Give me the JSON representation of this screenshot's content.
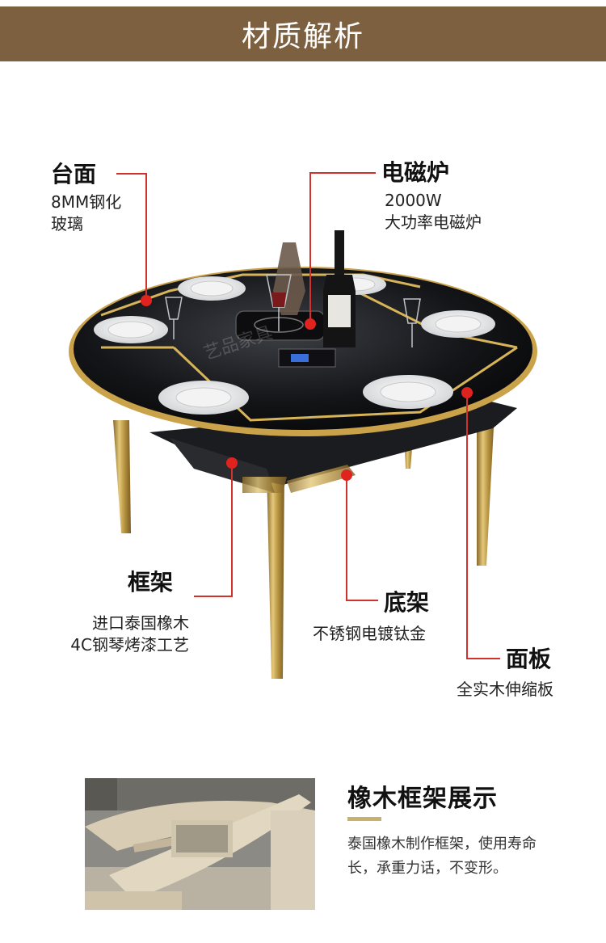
{
  "header": {
    "title": "材质解析"
  },
  "labels": {
    "tabletop": {
      "title": "台面",
      "line1": "8MM钢化",
      "line2": "玻璃"
    },
    "induction": {
      "title": "电磁炉",
      "line1": "2000W",
      "line2": "大功率电磁炉"
    },
    "frame": {
      "title": "框架",
      "line1": "进口泰国橡木",
      "line2": "4C钢琴烤漆工艺"
    },
    "base": {
      "title": "底架",
      "line1": "不锈钢电镀钛金"
    },
    "panel": {
      "title": "面板",
      "line1": "全实木伸缩板"
    }
  },
  "watermark": "艺品家具",
  "bottom": {
    "title": "橡木框架展示",
    "desc": "泰国橡木制作框架，使用寿命长，承重力话，不变形。"
  },
  "colors": {
    "header_bg": "#7d6040",
    "leader_red": "#d2322d",
    "accent_gold": "#c8b06e"
  }
}
